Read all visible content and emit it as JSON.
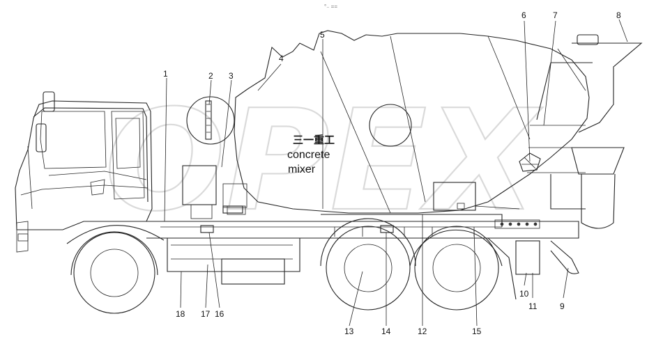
{
  "figure": {
    "header_mark": "°₋ ==",
    "drum_brand": "三一重工",
    "drum_text_line1": "concrete",
    "drum_text_line2": "mixer",
    "watermark": "OPEX"
  },
  "callouts": [
    {
      "id": "1",
      "label": "1"
    },
    {
      "id": "2",
      "label": "2"
    },
    {
      "id": "3",
      "label": "3"
    },
    {
      "id": "4",
      "label": "4"
    },
    {
      "id": "5",
      "label": "5"
    },
    {
      "id": "6",
      "label": "6"
    },
    {
      "id": "7",
      "label": "7"
    },
    {
      "id": "8",
      "label": "8"
    },
    {
      "id": "9",
      "label": "9"
    },
    {
      "id": "10",
      "label": "10"
    },
    {
      "id": "11",
      "label": "11"
    },
    {
      "id": "12",
      "label": "12"
    },
    {
      "id": "13",
      "label": "13"
    },
    {
      "id": "14",
      "label": "14"
    },
    {
      "id": "15",
      "label": "15"
    },
    {
      "id": "16",
      "label": "16"
    },
    {
      "id": "17",
      "label": "17"
    },
    {
      "id": "18",
      "label": "18"
    }
  ]
}
